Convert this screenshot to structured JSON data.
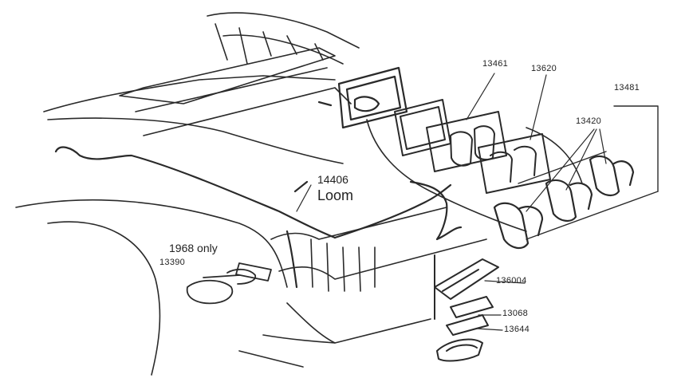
{
  "callouts": {
    "loom_number": "14406",
    "loom_text": "Loom",
    "year_note": "1968 only",
    "side_marker": "13390",
    "part_13461_a": "13461",
    "part_13620": "13620",
    "part_13481": "13481",
    "part_13420": "13420",
    "part_136004": "136004",
    "part_13068": "13068",
    "part_13644": "13644"
  },
  "colors": {
    "ink": "#222222",
    "background": "#ffffff"
  }
}
